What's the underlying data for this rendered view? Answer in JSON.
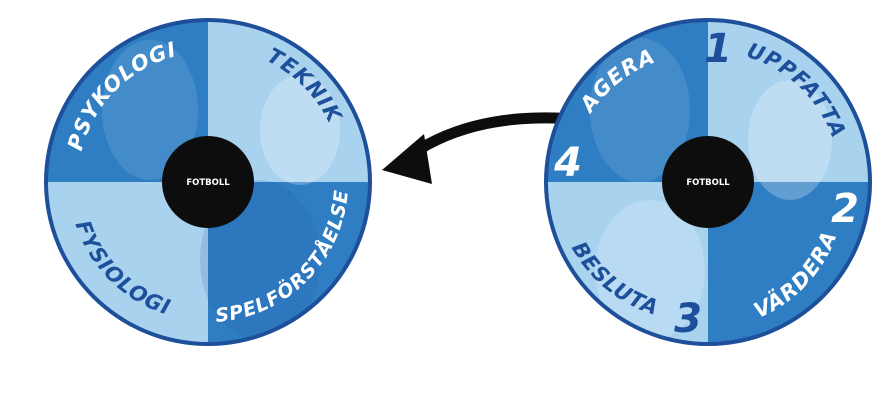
{
  "colors": {
    "background": "#ffffff",
    "rim": "#1d4f9a",
    "quadrant_dark": "#2f7ec4",
    "quadrant_mid": "#4d9bd6",
    "quadrant_light": "#a9d2ef",
    "text_on_dark": "#ffffff",
    "text_on_light": "#1d4f9a",
    "center_fill": "#0d0d0d",
    "center_text": "#ffffff",
    "arrow": "#0d0d0d"
  },
  "left_wheel": {
    "center_label": "FOTBOLL",
    "quadrants": {
      "top_left": "PSYKOLOGI",
      "top_right": "TEKNIK",
      "bottom_left": "FYSIOLOGI",
      "bottom_right": "SPELFÖRSTÅELSE"
    }
  },
  "right_wheel": {
    "center_label": "FOTBOLL",
    "quadrants": {
      "top_right": {
        "label": "UPPFATTA",
        "number": "1"
      },
      "bottom_right": {
        "label": "VÄRDERA",
        "number": "2"
      },
      "bottom_left": {
        "label": "BESLUTA",
        "number": "3"
      },
      "top_left": {
        "label": "AGERA",
        "number": "4"
      }
    }
  },
  "arrow": {
    "direction": "from right wheel to left wheel",
    "icon": "curved-arrow-icon"
  }
}
